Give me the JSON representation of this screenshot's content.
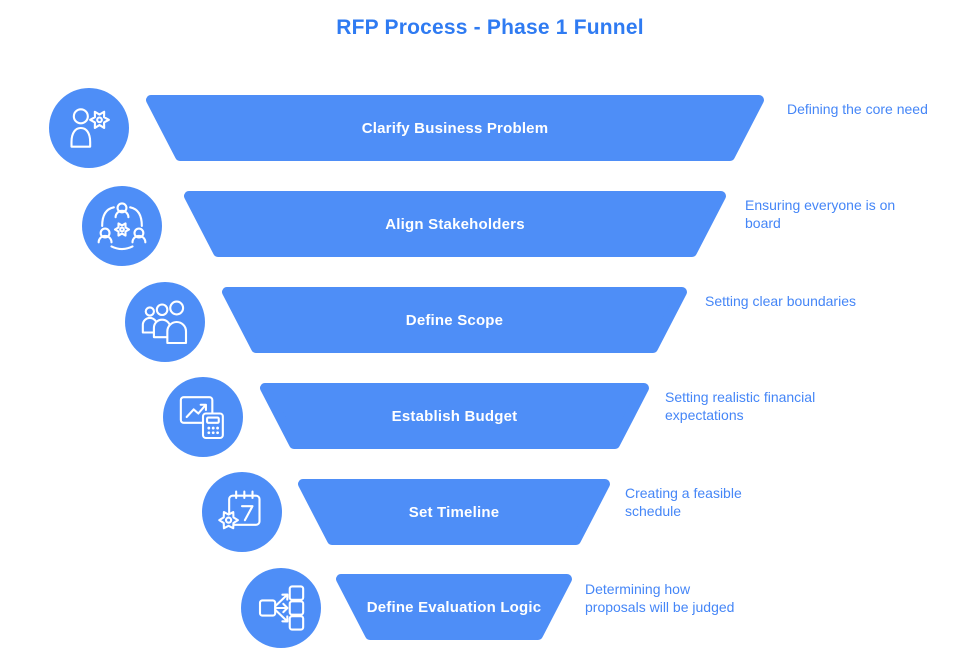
{
  "title": "RFP Process - Phase 1 Funnel",
  "colors": {
    "primary_blue": "#4e8ef7",
    "title_text": "#2f7bf2",
    "annotation_text": "#4586f7",
    "stage_label_text": "#ffffff",
    "background": "#ffffff"
  },
  "funnel": {
    "stages": [
      {
        "label": "Clarify Business Problem",
        "annotation": [
          "Defining the core need"
        ],
        "icon": "person-gear-icon"
      },
      {
        "label": "Align Stakeholders",
        "annotation": [
          "Ensuring everyone is on",
          "board"
        ],
        "icon": "stakeholders-network-icon"
      },
      {
        "label": "Define Scope",
        "annotation": [
          "Setting clear boundaries"
        ],
        "icon": "people-group-icon"
      },
      {
        "label": "Establish Budget",
        "annotation": [
          "Setting realistic financial",
          "expectations"
        ],
        "icon": "chart-calculator-icon"
      },
      {
        "label": "Set Timeline",
        "annotation": [
          "Creating a feasible",
          "schedule"
        ],
        "icon": "calendar-gear-icon"
      },
      {
        "label": "Define Evaluation Logic",
        "annotation": [
          "Determining how",
          "proposals will be judged"
        ],
        "icon": "branching-flow-icon"
      }
    ]
  }
}
